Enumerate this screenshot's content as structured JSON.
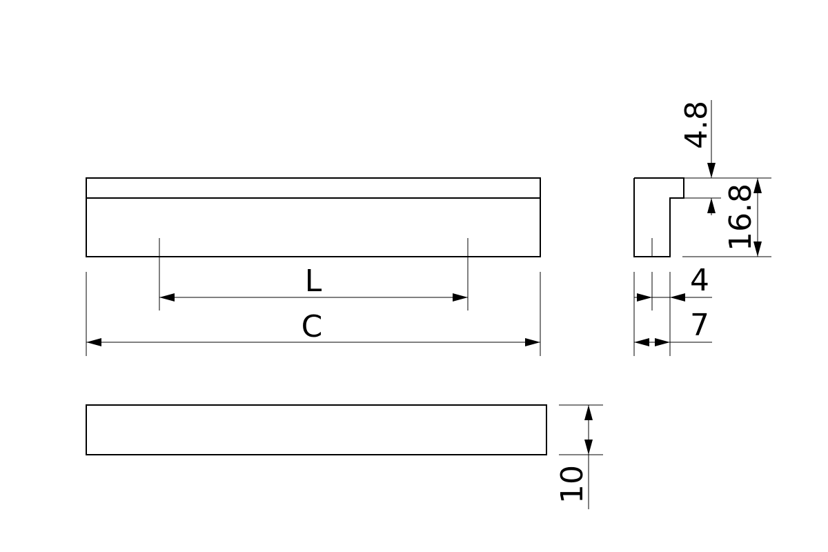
{
  "dimensions": {
    "hole_spacing": "L",
    "overall_length": "C",
    "top_lip": "4.8",
    "profile_height": "16.8",
    "thickness_inner": "4",
    "thickness_total": "7",
    "depth": "10"
  }
}
